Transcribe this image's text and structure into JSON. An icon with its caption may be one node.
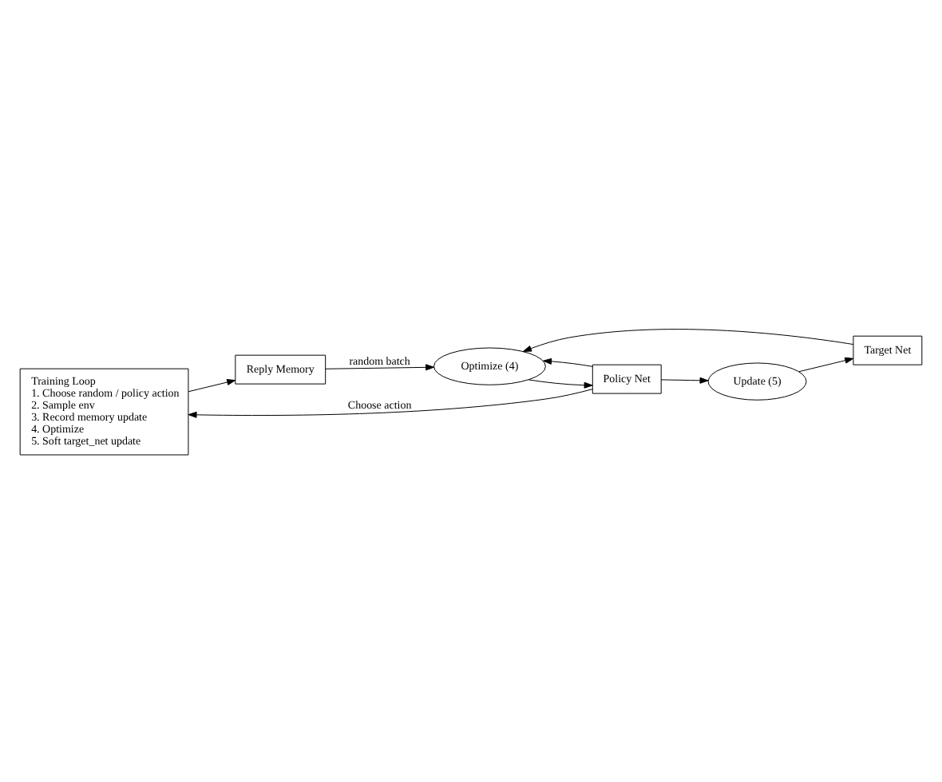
{
  "diagram": {
    "nodes": [
      {
        "text": [
          "Training Loop",
          "1. Choose random / policy action",
          "2. Sample env",
          "3. Record memory update",
          "4. Optimize",
          "5. Soft target_net update"
        ]
      },
      {
        "text": [
          "Reply Memory"
        ]
      },
      {
        "text": [
          "Optimize (4)"
        ]
      },
      {
        "text": [
          "Policy Net"
        ]
      },
      {
        "text": [
          "Update (5)"
        ]
      },
      {
        "text": [
          "Target Net"
        ]
      }
    ],
    "edges": [
      {
        "from": 0,
        "to": 1,
        "arrow": "to"
      },
      {
        "from": 1,
        "to": 2,
        "arrow": "to",
        "label": "random batch"
      },
      {
        "from": 3,
        "to": 2,
        "arrow": "to"
      },
      {
        "from": 2,
        "to": 3,
        "arrow": "to"
      },
      {
        "from": 3,
        "to": 0,
        "arrow": "to",
        "label": "Choose action"
      },
      {
        "from": 3,
        "to": 4,
        "arrow": "to"
      },
      {
        "from": 4,
        "to": 5,
        "arrow": "to"
      },
      {
        "from": 5,
        "to": 2,
        "arrow": "to"
      }
    ]
  }
}
